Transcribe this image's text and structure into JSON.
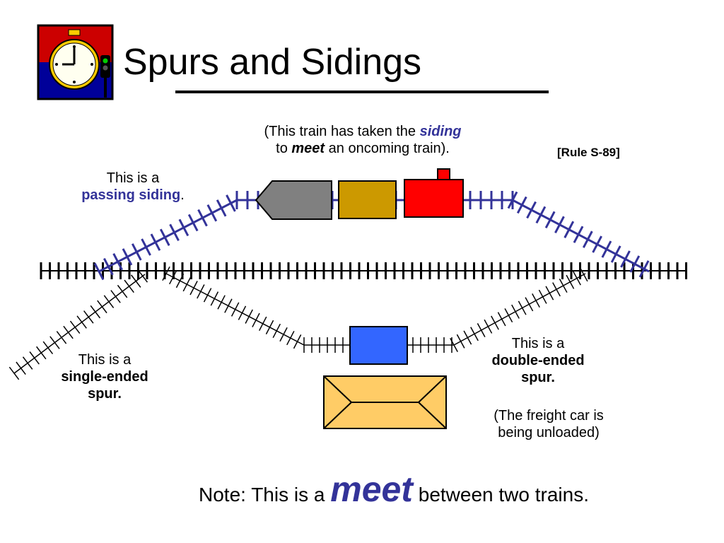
{
  "title": "Spurs and Sidings",
  "siding_note": {
    "line1_pre": "(This train has taken the ",
    "line1_em": "siding",
    "line2_pre": "to ",
    "line2_em": "meet",
    "line2_post": " an oncoming train)."
  },
  "rule_ref": "[Rule S-89]",
  "passing_siding": {
    "line1": "This is a",
    "emph": "passing siding",
    "suffix": "."
  },
  "single_ended": {
    "line1": "This is a",
    "line2": "single-ended",
    "line3": "spur."
  },
  "double_ended": {
    "line1": "This is a",
    "line2": "double-ended",
    "line3": "spur."
  },
  "unloading_note": {
    "line1": "(The freight car is",
    "line2": "being unloaded)"
  },
  "bottom_note": {
    "pre": "Note:  This is a ",
    "em": "meet",
    "post": " between two trains."
  },
  "colors": {
    "siding_track": "#333399",
    "main_track": "#000000",
    "engine": "#ff0000",
    "boxcar": "#cc9900",
    "caboose": "#808080",
    "freight_car": "#3366ff",
    "platform": "#ffcc66",
    "logo_top": "#cc0000",
    "logo_bottom": "#000099",
    "clock_face": "#fffff0",
    "clock_rim": "#ffcc00"
  },
  "icons": [
    "pocket-watch-icon",
    "railway-signal-icon"
  ]
}
